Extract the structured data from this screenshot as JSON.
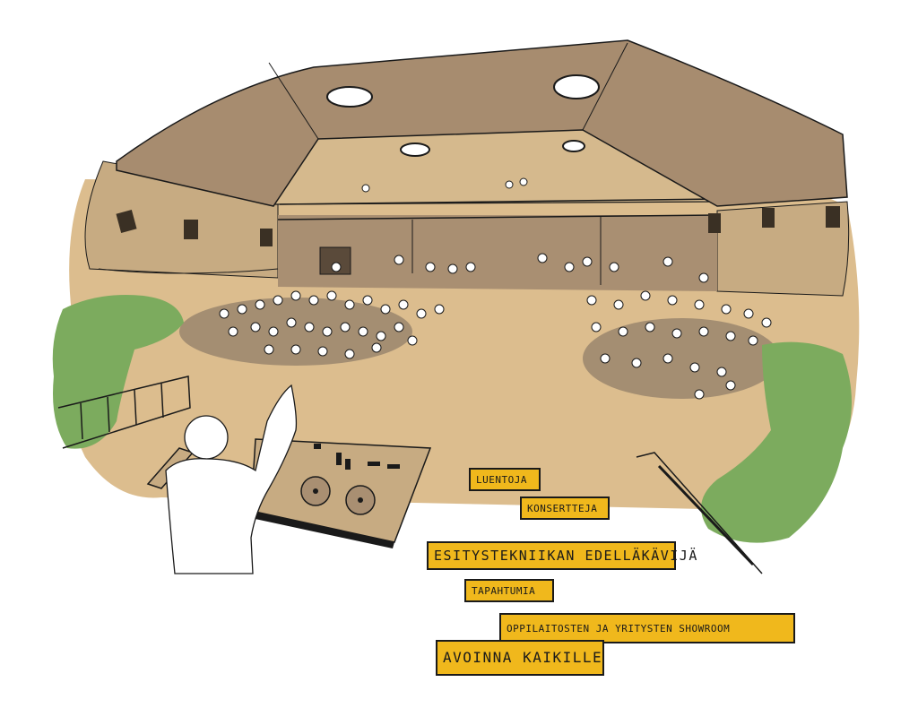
{
  "illustration": {
    "colors": {
      "roof": "#a78c6f",
      "floor": "#dcbd8e",
      "wall": "#c7ab82",
      "back_wall": "#a98f72",
      "greenery": "#7cab5e",
      "crowd_shadow": "#8c7b66",
      "label_bg": "#f0b81c",
      "ink": "#1a1a1a"
    },
    "icons": [
      "dj-mixer-icon",
      "turntable-icon",
      "plant-icon"
    ]
  },
  "labels": [
    "LUENTOJA",
    "KONSERTTEJA",
    "ESITYSTEKNIIKAN EDELLÄKÄVIJÄ",
    "TAPAHTUMIA",
    "OPPILAITOSTEN JA YRITYSTEN SHOWROOM",
    "AVOINNA KAIKILLE"
  ]
}
